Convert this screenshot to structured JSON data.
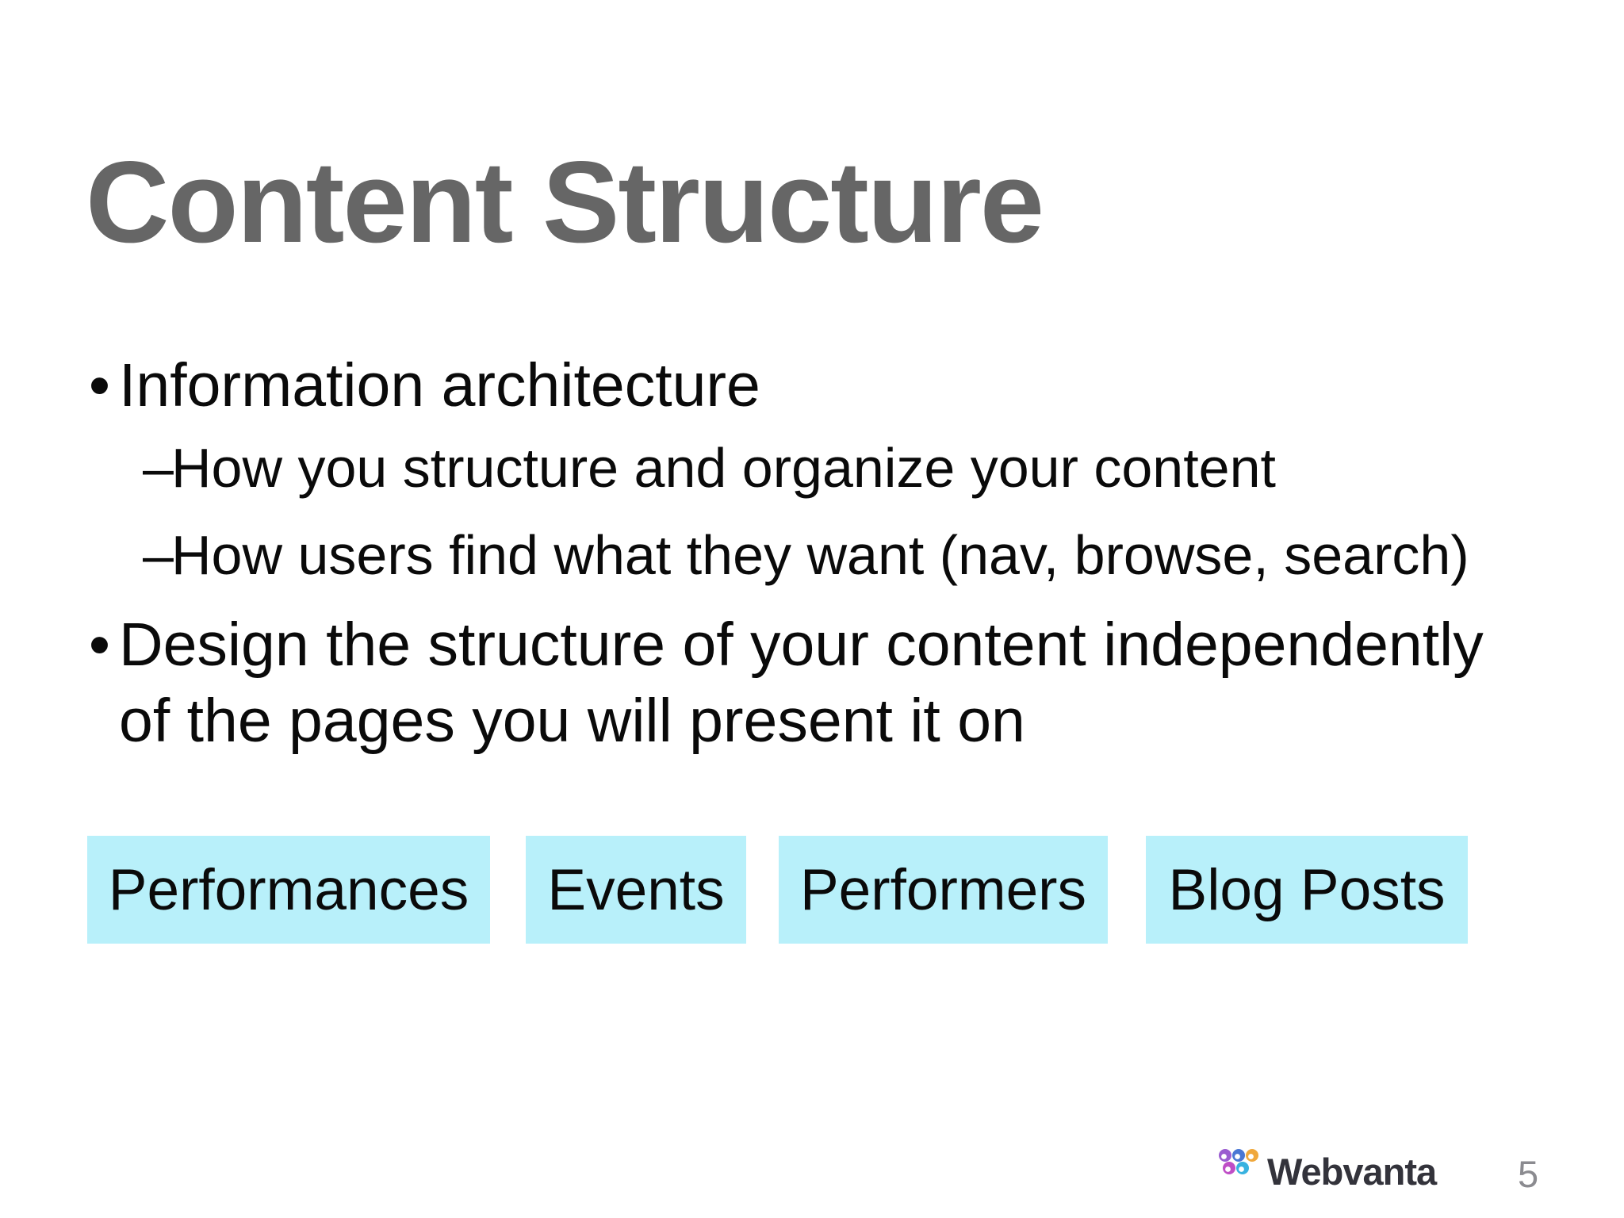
{
  "slide": {
    "title": "Content Structure",
    "bullets": [
      {
        "marker": "•",
        "text": "Information architecture"
      },
      {
        "marker": "–",
        "text": "How you structure and organize your content"
      },
      {
        "marker": "–",
        "text": "How users find what they want (nav, browse, search)"
      },
      {
        "marker": "•",
        "text": "Design the structure of your content independently of the pages you will present it on"
      }
    ],
    "content_boxes": [
      "Performances",
      "Events",
      "Performers",
      "Blog Posts"
    ],
    "footer": {
      "brand_name": "Webvanta",
      "page_number": "5",
      "logo_colors": {
        "purple": "#9a5cd0",
        "blue": "#4a77d4",
        "orange": "#f0a83c",
        "magenta": "#bf4ec6",
        "cyan": "#38b2e0"
      }
    },
    "colors": {
      "title_text": "#666666",
      "body_text": "#0a0a0a",
      "box_background": "#b8f0fa",
      "brand_text": "#33333b",
      "page_number_text": "#8b8b90"
    }
  }
}
